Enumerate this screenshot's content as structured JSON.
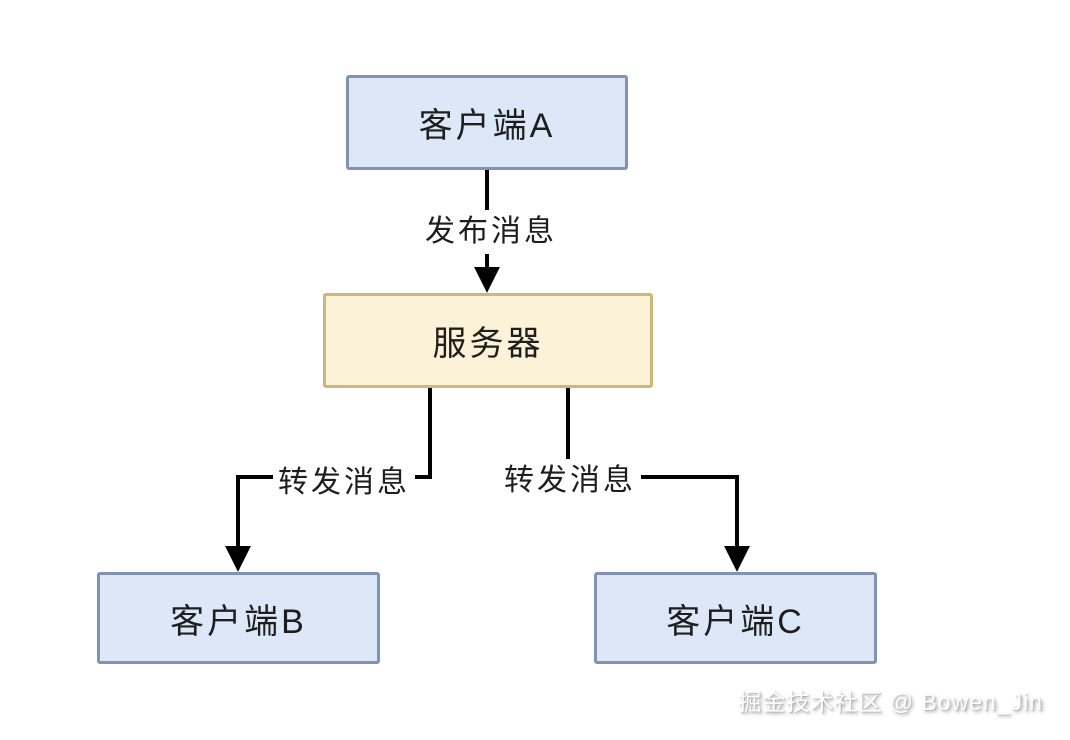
{
  "diagram": {
    "type": "flow-diagram",
    "description_topic": "publish-subscribe message forwarding",
    "nodes": [
      {
        "id": "client-a",
        "label": "客户端A",
        "role": "client"
      },
      {
        "id": "server",
        "label": "服务器",
        "role": "server"
      },
      {
        "id": "client-b",
        "label": "客户端B",
        "role": "client"
      },
      {
        "id": "client-c",
        "label": "客户端C",
        "role": "client"
      }
    ],
    "edges": [
      {
        "id": "publish",
        "from": "client-a",
        "to": "server",
        "label": "发布消息"
      },
      {
        "id": "forward-b",
        "from": "server",
        "to": "client-b",
        "label": "转发消息"
      },
      {
        "id": "forward-c",
        "from": "server",
        "to": "client-c",
        "label": "转发消息"
      }
    ],
    "colors": {
      "client_fill": "#dce8f8",
      "client_border": "#8093b5",
      "server_fill": "#fbf2d7",
      "server_border": "#cdb87b",
      "line_color": "#000000",
      "text_color": "#1e1e1e"
    }
  },
  "watermark": {
    "text": "掘金技术社区 @ Bowen_Jin"
  }
}
